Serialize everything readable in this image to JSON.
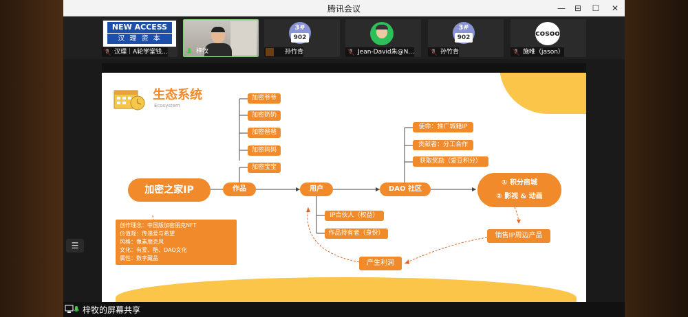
{
  "window": {
    "title": "腾讯会议",
    "controls": [
      "minimize-icon",
      "restore-icon",
      "maximize-icon",
      "close-icon"
    ]
  },
  "participants": [
    {
      "name": "汉理｜A轮学堂钱...",
      "tile": "new-access-logo",
      "logo_line1": "NEW ACCESS",
      "logo_line2": "汉 理 资 本"
    },
    {
      "name": "梓牧",
      "tile": "camera-video"
    },
    {
      "name": "孙竹青",
      "tile": "avatar",
      "badge_top": "3#",
      "badge_bottom": "902"
    },
    {
      "name": "Jean-David朱@N...",
      "tile": "avatar-cartoon"
    },
    {
      "name": "孙竹青",
      "tile": "avatar",
      "badge_top": "3#",
      "badge_bottom": "902"
    },
    {
      "name": "施唯（jason）",
      "tile": "cosoo-logo",
      "logo": "cosoo"
    }
  ],
  "slide": {
    "title": "生态系统",
    "subtitle": "Ecosystem",
    "main_node": "加密之家IP",
    "works_node": "作品",
    "works_items": [
      "加密爷爷",
      "加密奶奶",
      "加密爸爸",
      "加密妈妈",
      "加密宝宝"
    ],
    "user_node": "用户",
    "user_items": [
      "IP合伙人（权益）",
      "作品持有者（身份）"
    ],
    "dao_node": "DAO 社区",
    "dao_items": [
      "使命：推广城籍IP",
      "贡献者：分工合作",
      "获取奖励（爱豆积分）"
    ],
    "output_items": [
      "① 积分商城",
      "② 影视 & 动画"
    ],
    "sales_node": "销售IP周边产品",
    "profit_node": "产生利润",
    "info_lines": [
      "创作理念：中国版加密朋克NFT",
      "价值观：传递爱与希望",
      "风格：像素朋克风",
      "文化：有爱、酷、DAO文化",
      "属性：数字藏品"
    ]
  },
  "footer": {
    "share_label": "梓牧的屏幕共享"
  },
  "colors": {
    "accent": "#f08a2a",
    "accent_light": "#fbc54a",
    "bg": "#ffffff"
  }
}
